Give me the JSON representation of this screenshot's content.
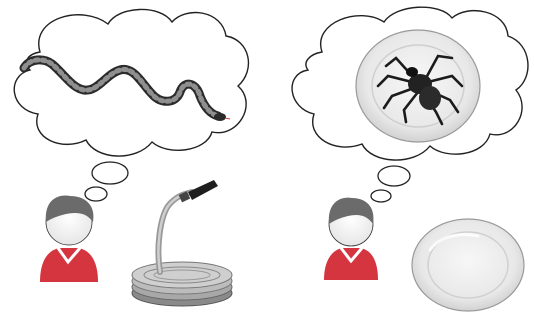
{
  "scenes": [
    {
      "thought": "snake",
      "real_object": "coiled-hose"
    },
    {
      "thought": "spider-on-plate",
      "real_object": "empty-plate"
    }
  ],
  "colors": {
    "shirt": "#d5353f",
    "hair": "#6b6b6b",
    "skin": "#ffffff",
    "cloud_stroke": "#222222",
    "plate_fill": "#f0f0f0",
    "hose": "#9a9a9a"
  }
}
